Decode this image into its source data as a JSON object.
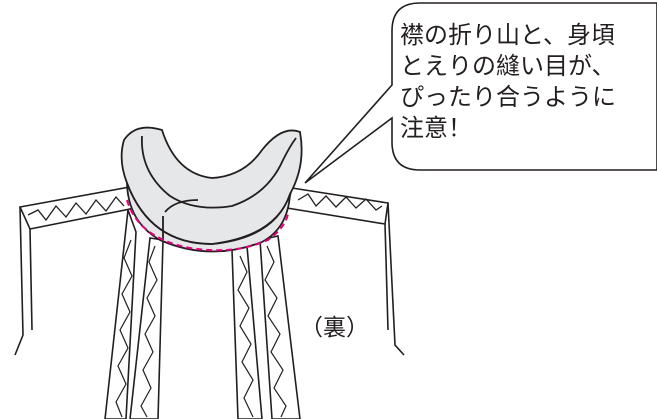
{
  "callout": {
    "lines": [
      "襟の折り山と、身頃",
      "とえりの縫い目が、",
      "ぴったり合うように",
      "注意！"
    ]
  },
  "label": "（裏）",
  "colors": {
    "line": "#231f20",
    "collar_fill": "#e6e7e8",
    "dashed_seam": "#e6007e",
    "zigzag": "#231f20"
  }
}
